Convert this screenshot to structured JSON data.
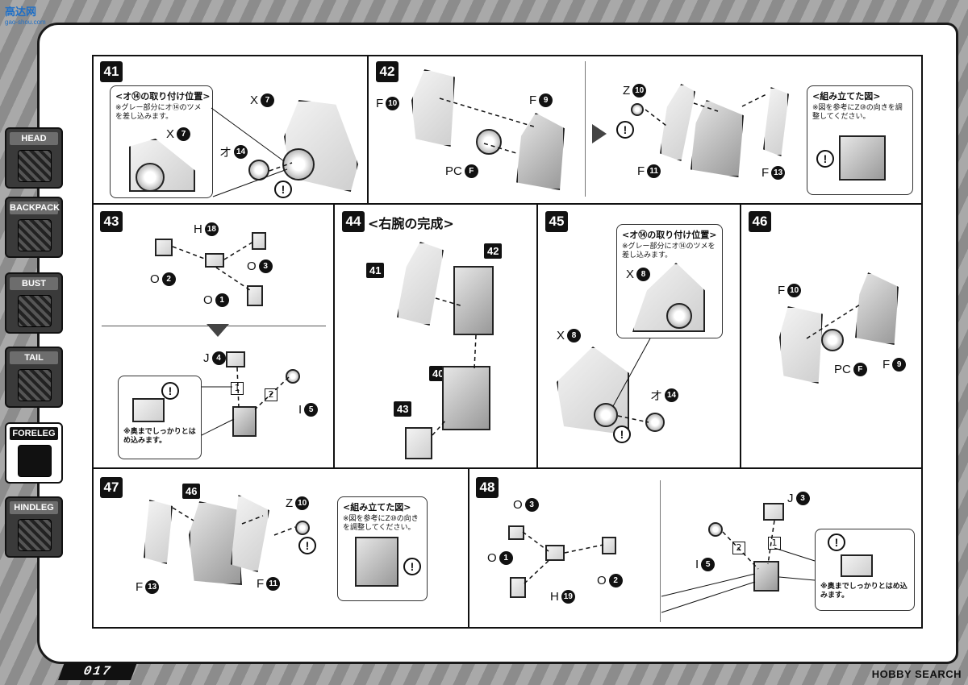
{
  "header": {
    "logo_title": "高达网",
    "logo_url": "gao-shou.com"
  },
  "side_tabs": [
    {
      "label": "HEAD",
      "active": false
    },
    {
      "label": "BACKPACK",
      "active": false
    },
    {
      "label": "BUST",
      "active": false
    },
    {
      "label": "TAIL",
      "active": false
    },
    {
      "label": "FORELEG",
      "active": true
    },
    {
      "label": "HINDLEG",
      "active": false
    }
  ],
  "page_number": "017",
  "watermark": "HOBBY SEARCH",
  "steps": {
    "s41": {
      "number": "41",
      "note_title": "<オ⑭の取り付け位置>",
      "note_text": "※グレー部分にオ⑭のツメを差し込みます。",
      "labels": {
        "x7_a": "X",
        "x7_a_num": "7",
        "x7_b": "X",
        "x7_b_num": "7",
        "o14": "オ",
        "o14_num": "14"
      }
    },
    "s42": {
      "number": "42",
      "labels": {
        "f10": "F",
        "f10_num": "10",
        "f9": "F",
        "f9_num": "9",
        "pcf": "PC",
        "pcf_num": "F"
      }
    },
    "s42b": {
      "note_title": "<組み立てた図>",
      "note_text": "※図を参考にZ⑩の向きを調整してください。",
      "labels": {
        "z10": "Z",
        "z10_num": "10",
        "f11": "F",
        "f11_num": "11",
        "f13": "F",
        "f13_num": "13"
      }
    },
    "s43": {
      "number": "43",
      "note_text": "※奥までしっかりとはめ込みます。",
      "labels": {
        "h18": "H",
        "h18_num": "18",
        "o2": "O",
        "o2_num": "2",
        "o3": "O",
        "o3_num": "3",
        "o1": "O",
        "o1_num": "1",
        "j4": "J",
        "j4_num": "4",
        "i5": "I",
        "i5_num": "5"
      },
      "seq": [
        "1",
        "2"
      ]
    },
    "s44": {
      "number": "44",
      "title": "<右腕の完成>",
      "parts": [
        "41",
        "42",
        "40",
        "43"
      ]
    },
    "s45": {
      "number": "45",
      "note_title": "<オ⑭の取り付け位置>",
      "note_text": "※グレー部分にオ⑭のツメを差し込みます。",
      "labels": {
        "x8_a": "X",
        "x8_a_num": "8",
        "x8_b": "X",
        "x8_b_num": "8",
        "o14": "オ",
        "o14_num": "14"
      }
    },
    "s46": {
      "number": "46",
      "labels": {
        "f10": "F",
        "f10_num": "10",
        "pcf": "PC",
        "pcf_num": "F",
        "f9": "F",
        "f9_num": "9"
      }
    },
    "s47": {
      "number": "47",
      "note_title": "<組み立てた図>",
      "note_text": "※図を参考にZ⑩の向きを調整してください。",
      "parts": [
        "46"
      ],
      "labels": {
        "z10": "Z",
        "z10_num": "10",
        "f13": "F",
        "f13_num": "13",
        "f11": "F",
        "f11_num": "11"
      }
    },
    "s48": {
      "number": "48",
      "note_text": "※奥までしっかりとはめ込みます。",
      "labels": {
        "o3": "O",
        "o3_num": "3",
        "o1": "O",
        "o1_num": "1",
        "o2": "O",
        "o2_num": "2",
        "h19": "H",
        "h19_num": "19",
        "j3": "J",
        "j3_num": "3",
        "i5": "I",
        "i5_num": "5"
      },
      "seq": [
        "2",
        "1"
      ]
    }
  }
}
